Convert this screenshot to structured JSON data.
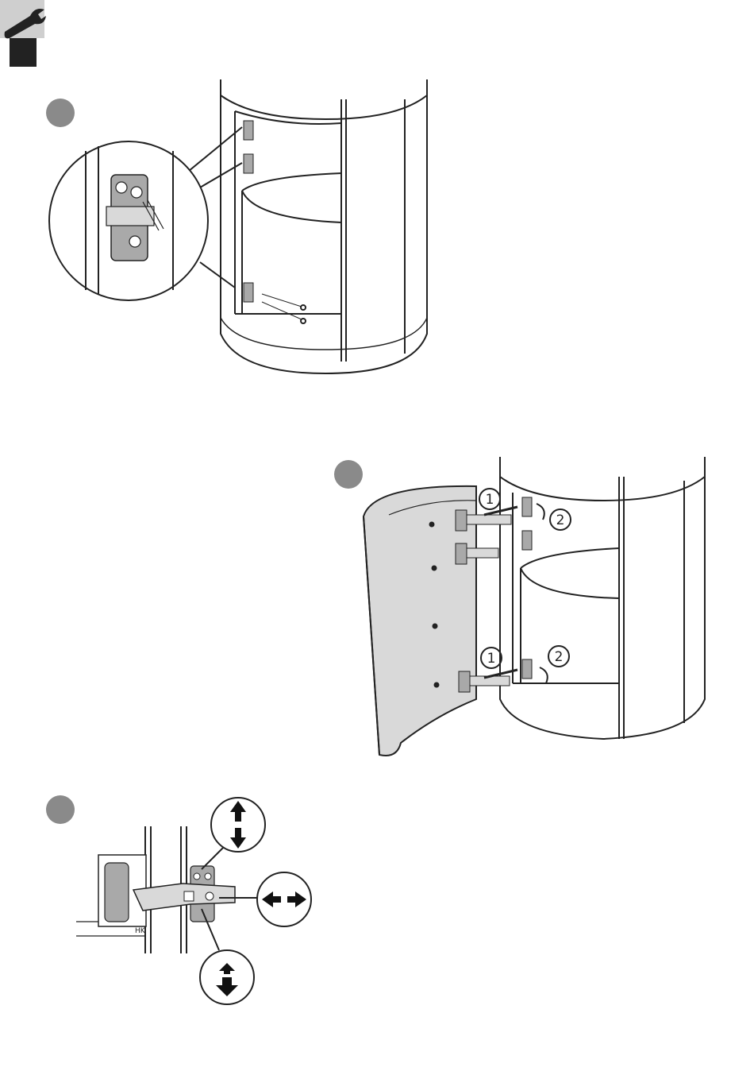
{
  "header": {
    "icon": "wrench-icon",
    "page_block_color": "#222222",
    "banner_color": "#cfcfcf"
  },
  "steps": [
    {
      "id": "step-1",
      "marker": ""
    },
    {
      "id": "step-2",
      "marker": "",
      "callouts": [
        "1",
        "2",
        "1",
        "2"
      ]
    },
    {
      "id": "step-3",
      "marker": ""
    }
  ],
  "colors": {
    "step_dot": "#8a8a8a",
    "line": "#222222",
    "plate_fill": "#a9a9a9",
    "door_fill": "#d9d9d9"
  },
  "labels": {
    "callout_one": "1",
    "callout_two": "2",
    "base_mark": "HK"
  }
}
